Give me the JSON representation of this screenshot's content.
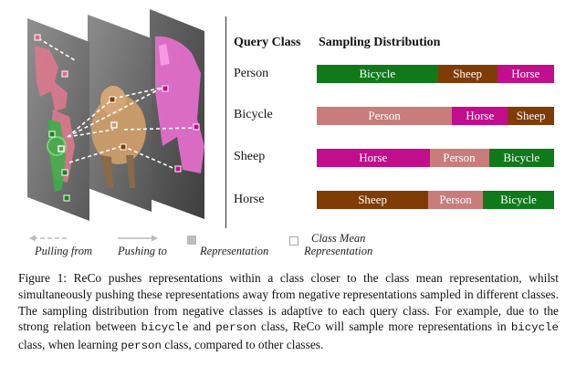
{
  "colors": {
    "bicycle": "#107a1b",
    "sheep": "#7f3d05",
    "horse": "#c10e8c",
    "person": "#c87d7b",
    "divider": "#333333"
  },
  "table": {
    "header_query": "Query Class",
    "header_sampling": "Sampling Distribution",
    "rows": [
      {
        "label": "Person",
        "segments": [
          {
            "name": "Bicycle",
            "class": "bicycle",
            "fraction": 0.51
          },
          {
            "name": "Sheep",
            "class": "sheep",
            "fraction": 0.25
          },
          {
            "name": "Horse",
            "class": "horse",
            "fraction": 0.24
          }
        ]
      },
      {
        "label": "Bicycle",
        "segments": [
          {
            "name": "Person",
            "class": "person",
            "fraction": 0.57
          },
          {
            "name": "Horse",
            "class": "horse",
            "fraction": 0.235
          },
          {
            "name": "Sheep",
            "class": "sheep",
            "fraction": 0.195
          }
        ]
      },
      {
        "label": "Sheep",
        "segments": [
          {
            "name": "Horse",
            "class": "horse",
            "fraction": 0.475
          },
          {
            "name": "Person",
            "class": "person",
            "fraction": 0.25
          },
          {
            "name": "Bicycle",
            "class": "bicycle",
            "fraction": 0.275
          }
        ]
      },
      {
        "label": "Horse",
        "segments": [
          {
            "name": "Sheep",
            "class": "sheep",
            "fraction": 0.47
          },
          {
            "name": "Person",
            "class": "person",
            "fraction": 0.23
          },
          {
            "name": "Bicycle",
            "class": "bicycle",
            "fraction": 0.3
          }
        ]
      }
    ]
  },
  "legend": {
    "pulling": "Pulling from",
    "pushing": "Pushing to",
    "representation": "Representation",
    "class_mean_line1": "Class Mean",
    "class_mean_line2": "Representation"
  },
  "caption": {
    "label": "Figure 1:",
    "part1": "ReCo pushes representations within a class closer to the class mean representation, whilst simultaneously pushing these representations away from negative representations sampled in different classes. The sampling distribution from negative classes is adaptive to each query class. For example, due to the strong relation between",
    "code1": "bicycle",
    "and": "and",
    "code2": "person",
    "part2": "class, ReCo will sample more representations in",
    "code3": "bicycle",
    "part3": "class, when learning",
    "code4": "person",
    "part4": "class, compared to other classes."
  }
}
